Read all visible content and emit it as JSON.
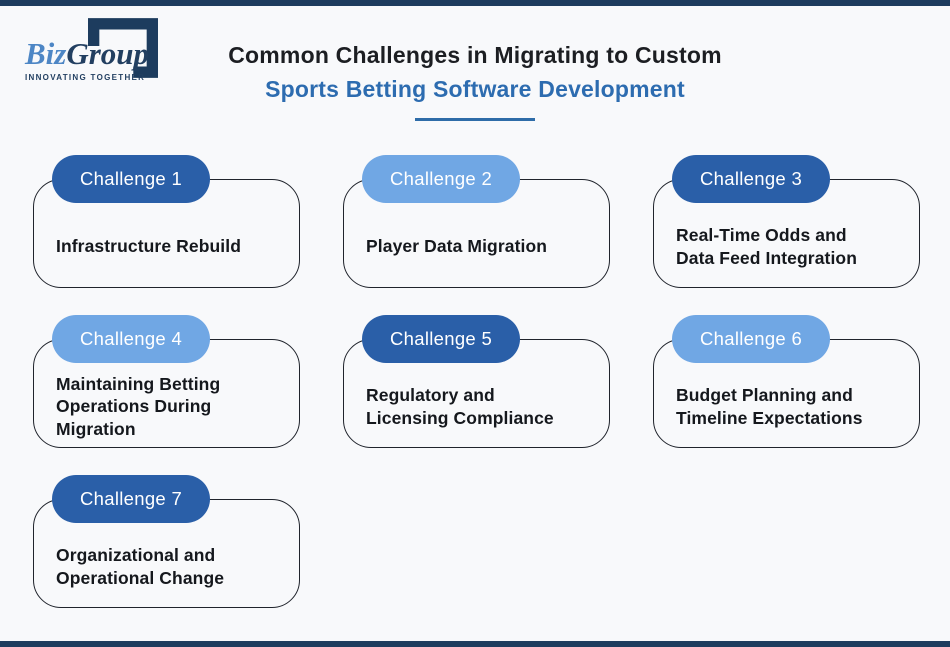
{
  "logo": {
    "word_blue": "Biz",
    "word_navy": "Group",
    "tagline": "INNOVATING TOGETHER"
  },
  "title": {
    "line1": "Common Challenges in Migrating to Custom",
    "line2": "Sports Betting Software Development"
  },
  "challenges": [
    {
      "badge": "Challenge 1",
      "badge_style": "dark",
      "text": "Infrastructure Rebuild"
    },
    {
      "badge": "Challenge 2",
      "badge_style": "light",
      "text": "Player Data Migration"
    },
    {
      "badge": "Challenge 3",
      "badge_style": "dark",
      "text": "Real-Time Odds and\nData Feed Integration"
    },
    {
      "badge": "Challenge 4",
      "badge_style": "light",
      "text": "Maintaining Betting\nOperations During\nMigration"
    },
    {
      "badge": "Challenge 5",
      "badge_style": "dark",
      "text": "Regulatory and\nLicensing Compliance"
    },
    {
      "badge": "Challenge 6",
      "badge_style": "light",
      "text": "Budget Planning and\nTimeline Expectations"
    },
    {
      "badge": "Challenge 7",
      "badge_style": "dark",
      "text": "Organizational and\nOperational Change"
    }
  ],
  "colors": {
    "background": "#f8f9fb",
    "edge_bar": "#1d3c5e",
    "badge_dark": "#2a5fa8",
    "badge_light": "#70a7e4",
    "title_accent": "#2d6cb0",
    "underline": "#2e6ca8",
    "card_border": "#20242c",
    "logo_blue": "#4d86c5",
    "logo_navy": "#223f61"
  }
}
